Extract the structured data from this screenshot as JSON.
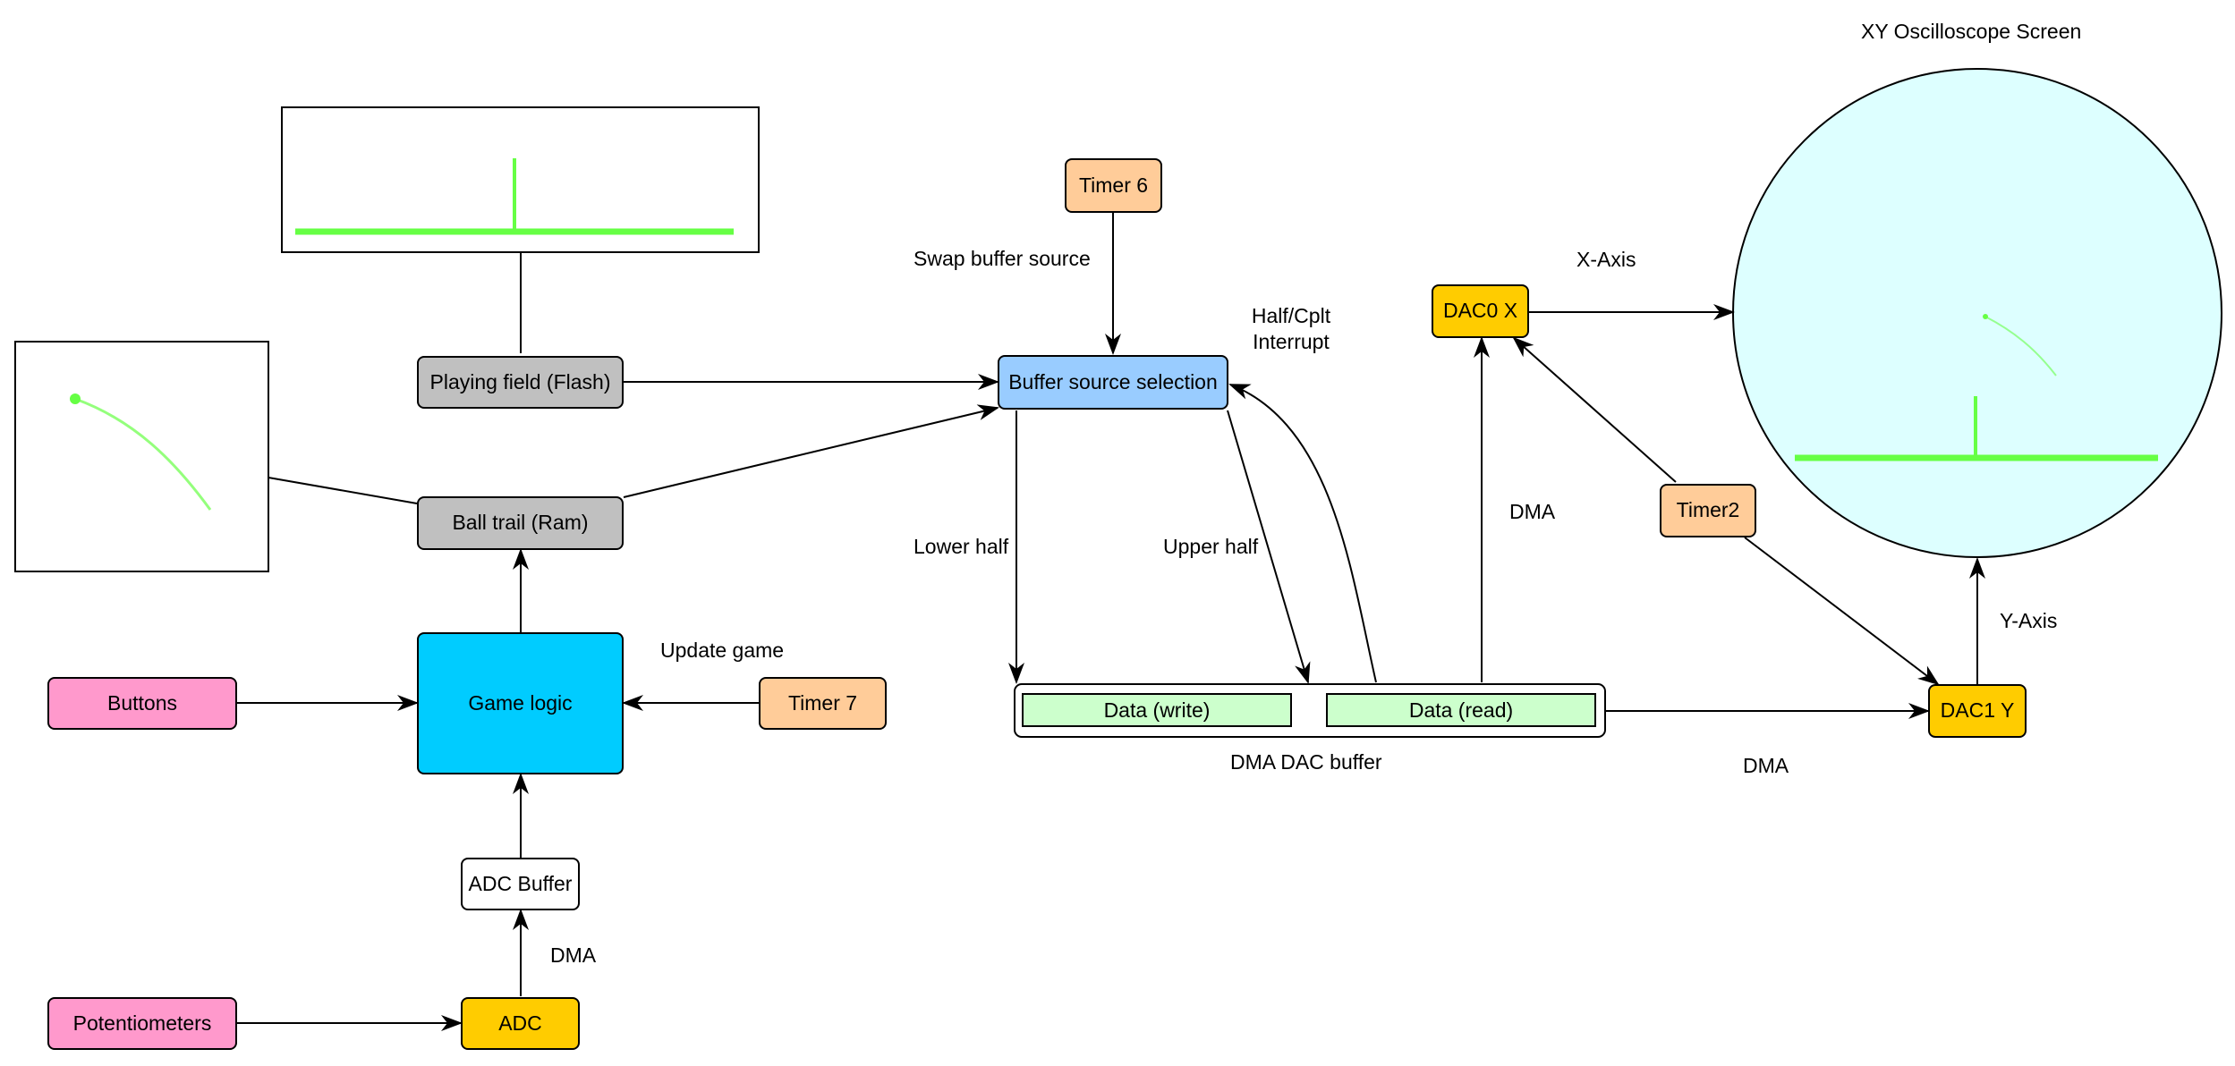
{
  "colors": {
    "pink": "#ff99cc",
    "gray": "#c0c0c0",
    "cyan": "#00ccff",
    "orange_light": "#ffcc99",
    "yellow": "#ffcc00",
    "blue_light": "#99ccff",
    "green_light": "#ccffcc",
    "screen_fill": "#ddffff",
    "trace_green": "#66ff44"
  },
  "nodes": {
    "buttons": "Buttons",
    "potentiometers": "Potentiometers",
    "game_logic": "Game logic",
    "timer7": "Timer 7",
    "adc_buffer": "ADC Buffer",
    "adc": "ADC",
    "ball_trail": "Ball trail (Ram)",
    "playing_field": "Playing field (Flash)",
    "timer6": "Timer 6",
    "buffer_source": "Buffer source selection",
    "dac0": "DAC0 X",
    "dac1": "DAC1 Y",
    "timer2": "Timer2",
    "data_write": "Data (write)",
    "data_read": "Data (read)"
  },
  "labels": {
    "update_game": "Update game",
    "dma_adc": "DMA",
    "swap_buffer": "Swap buffer source",
    "half_cplt_1": "Half/Cplt",
    "half_cplt_2": "Interrupt",
    "lower_half": "Lower half",
    "upper_half": "Upper half",
    "dma_dac_buffer": "DMA DAC buffer",
    "dma_dac0": "DMA",
    "dma_dac1": "DMA",
    "x_axis": "X-Axis",
    "y_axis": "Y-Axis",
    "scope_title": "XY Oscilloscope Screen"
  },
  "icons": {
    "arrowhead": "arrowhead-icon"
  }
}
